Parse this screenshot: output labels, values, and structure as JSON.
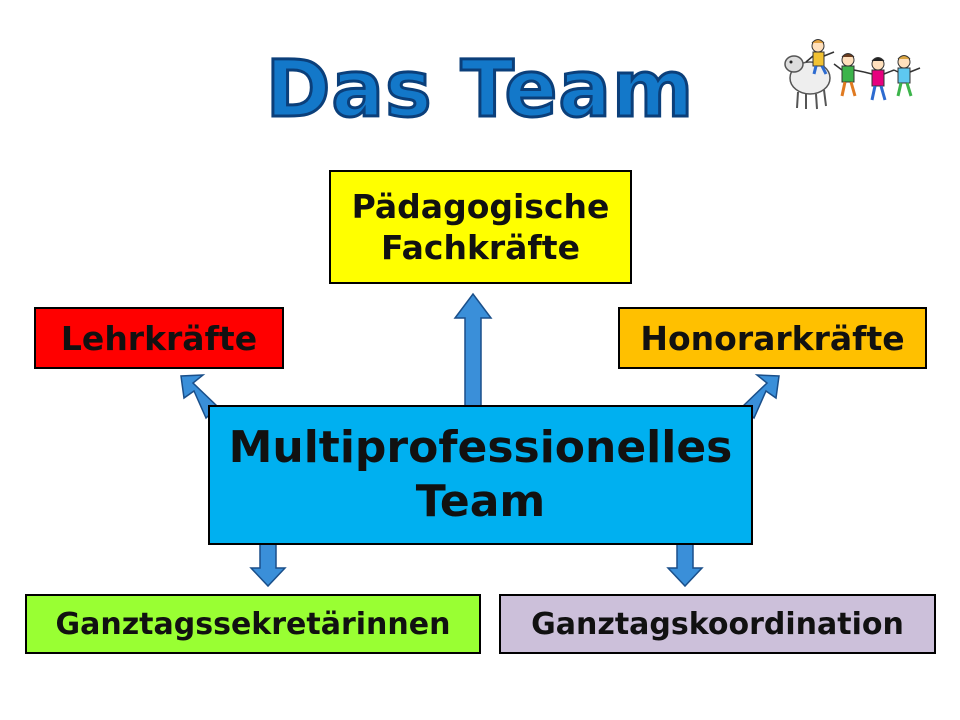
{
  "title": "Das Team",
  "nodes": {
    "paedagogische": {
      "line1": "Pädagogische",
      "line2": "Fachkräfte",
      "color": "#ffff00"
    },
    "lehrkraefte": {
      "label": "Lehrkräfte",
      "color": "#ff0000"
    },
    "honorarkraefte": {
      "label": "Honorarkräfte",
      "color": "#ffc000"
    },
    "center": {
      "line1": "Multiprofessionelles",
      "line2": "Team",
      "color": "#00b0f0"
    },
    "sekretaerinnen": {
      "label": "Ganztagssekretärinnen",
      "color": "#99ff33"
    },
    "koordination": {
      "label": "Ganztagskoordination",
      "color": "#ccc0da"
    }
  },
  "colors": {
    "title": "#1378c9",
    "arrow": "#3a8fd9",
    "arrow_outline": "#1a4f8a"
  },
  "icons": [
    "kids-illustration-icon"
  ]
}
